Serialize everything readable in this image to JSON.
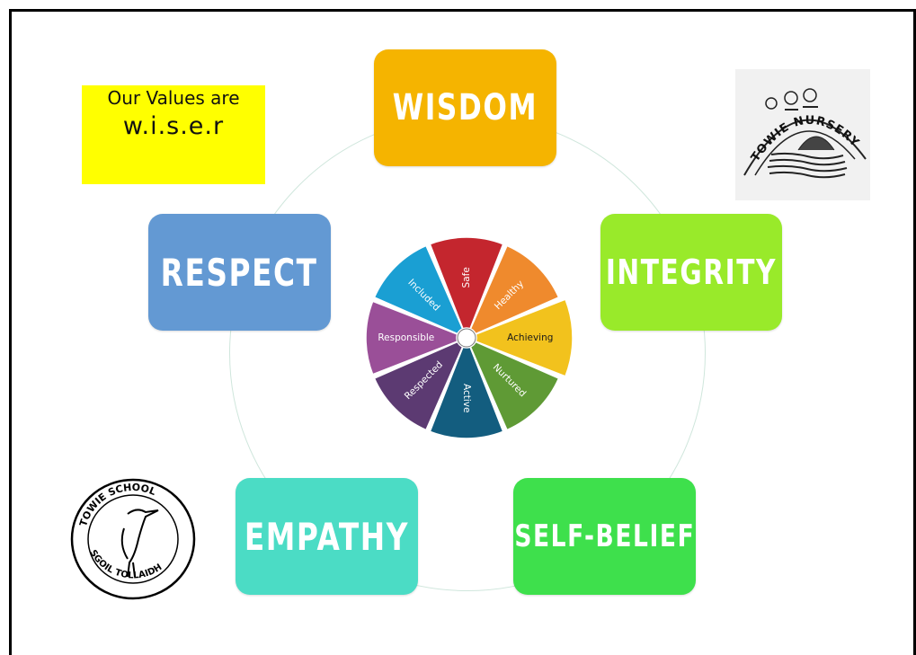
{
  "title_box": {
    "line1": "Our Values are",
    "line2": "w.i.s.e.r",
    "color": "#ffff00"
  },
  "values": {
    "wisdom": {
      "label": "Wisdom",
      "color": "#f5b400"
    },
    "integrity": {
      "label": "Integrity",
      "color": "#99ea2a"
    },
    "respect": {
      "label": "Respect",
      "color": "#6399d3"
    },
    "empathy": {
      "label": "Empathy",
      "color": "#4bdcc5"
    },
    "self_belief": {
      "label": "Self-belief",
      "color": "#3ee04c"
    }
  },
  "wheel": [
    {
      "label": "Safe",
      "color": "#c4262e"
    },
    {
      "label": "Healthy",
      "color": "#ef8a2d"
    },
    {
      "label": "Achieving",
      "color": "#f2c21d"
    },
    {
      "label": "Nurtured",
      "color": "#5f9a35"
    },
    {
      "label": "Active",
      "color": "#135d7f"
    },
    {
      "label": "Respected",
      "color": "#5c3a72"
    },
    {
      "label": "Responsible",
      "color": "#9a4f98"
    },
    {
      "label": "Included",
      "color": "#1a9fd3"
    }
  ],
  "logos": {
    "nursery": {
      "text": "TOWIE NURSERY"
    },
    "school": {
      "top": "TOWIE SCHOOL",
      "bottom": "SGOIL TOLLAIDH"
    }
  }
}
